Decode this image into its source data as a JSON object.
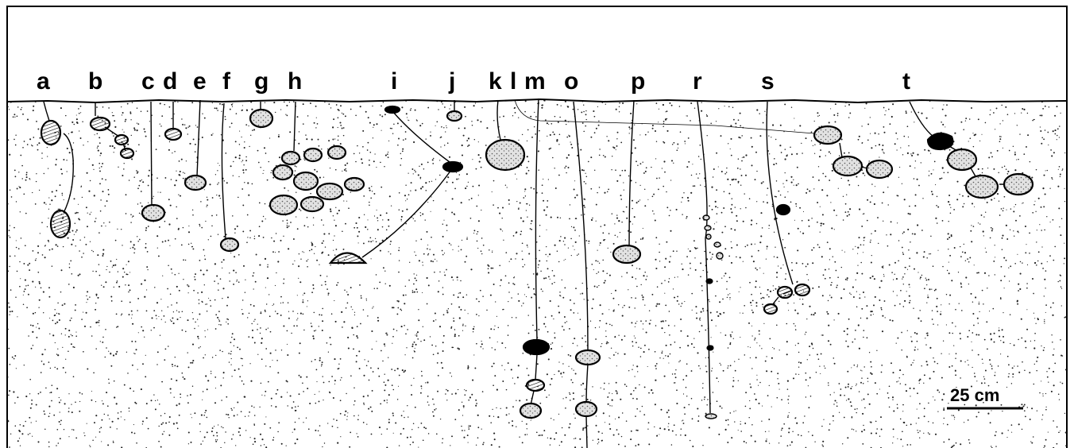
{
  "burrows": [
    {
      "id": "a",
      "label": "a"
    },
    {
      "id": "b",
      "label": "b"
    },
    {
      "id": "c",
      "label": "c"
    },
    {
      "id": "d",
      "label": "d"
    },
    {
      "id": "e",
      "label": "e"
    },
    {
      "id": "f",
      "label": "f"
    },
    {
      "id": "g",
      "label": "g"
    },
    {
      "id": "h",
      "label": "h"
    },
    {
      "id": "i",
      "label": "i"
    },
    {
      "id": "j",
      "label": "j"
    },
    {
      "id": "k",
      "label": "k"
    },
    {
      "id": "l",
      "label": "l"
    },
    {
      "id": "m",
      "label": "m"
    },
    {
      "id": "o",
      "label": "o"
    },
    {
      "id": "p",
      "label": "p"
    },
    {
      "id": "r",
      "label": "r"
    },
    {
      "id": "s",
      "label": "s"
    },
    {
      "id": "t",
      "label": "t"
    }
  ],
  "scale_bar": {
    "label": "25 cm"
  },
  "colors": {
    "ink": "#000000",
    "paper": "#ffffff",
    "chamber_fill": "#d8d8d8",
    "ground_dots": "#222222"
  }
}
